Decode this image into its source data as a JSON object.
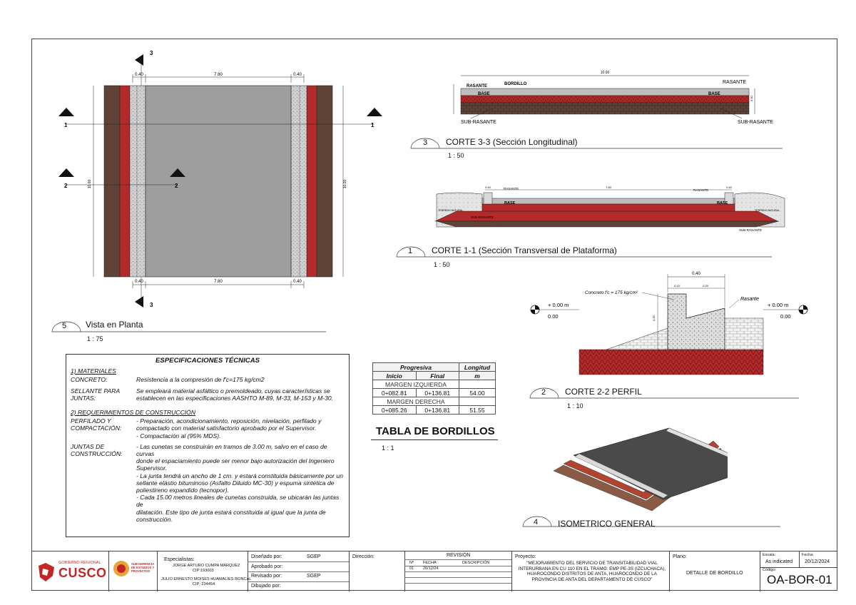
{
  "views": {
    "plan": {
      "number": "5",
      "title": "Vista en Planta",
      "scale": "1 : 75"
    },
    "long": {
      "number": "3",
      "title": "CORTE 3-3 (Sección Longitudinal)",
      "scale": "1 : 50"
    },
    "trans": {
      "number": "1",
      "title": "CORTE 1-1 (Sección Transversal de Plataforma)",
      "scale": "1 : 50"
    },
    "profile": {
      "number": "2",
      "title": "CORTE 2-2 PERFIL",
      "scale": "1 : 10"
    },
    "iso": {
      "number": "4",
      "title": "ISOMETRICO GENERAL"
    }
  },
  "plan_dims": {
    "side": "0.40",
    "center": "7.80",
    "height": "10.00"
  },
  "section_marks": {
    "m3": "3",
    "m1": "1",
    "m2": "2"
  },
  "long_labels": {
    "dim": "10.00",
    "bordillo": "BORDILLO",
    "rasante_l": "RASANTE",
    "rasante_r": "RASANTE",
    "base_l": "BASE",
    "base_r": "BASE",
    "sub_l": "SUB-RASANTE",
    "sub_r": "SUB-RASANTE",
    "h": "0.40"
  },
  "trans_labels": {
    "side_l": "0.40",
    "center": "7.80",
    "side_r": "0.40",
    "rasante_l": "RASANTE",
    "rasante_r": "RASANTE",
    "base_l": "BASE",
    "base_r": "BASE",
    "terreno_l": "TERRENO NATURAL",
    "terreno_r": "TERRENO NATURAL",
    "sub_l": "SUB-RASANTE",
    "sub_r": "SUB-RASANTE"
  },
  "profile_labels": {
    "width": "0.40",
    "w1": "0.15",
    "w2": "0.25",
    "h": "0.30",
    "concrete": "Concreto f'c = 175 kg/cm²",
    "rasante": "Rasante",
    "level_l": "+ 0.00 m",
    "level_l2": "0.00",
    "level_r": "+ 0.00 m",
    "level_r2": "0.00"
  },
  "specs": {
    "title": "ESPECIFICACIONES TÉCNICAS",
    "sec1": "1) MATERIALES",
    "concreto_k": "CONCRETO:",
    "concreto_v": "Resistencia a la compresión de f'c=175 kg/cm2",
    "sellante_k": "SELLANTE PARA\nJUNTAS:",
    "sellante_v": "Se empleará material asfáltico o premoldeado, cuyas características se\nestablecen en las especificaciones AASHTO M-89, M-33, M-153 y M-30.",
    "sec2": "2) REQUERIMIENTOS DE CONSTRUCCIÓN",
    "perfilado_k": "PERFILADO Y\nCOMPACTACIÓN:",
    "perfilado_v": "- Preparación, acondicionamiento, reposición, nivelación, perfilado y\ncompactado con material satisfactorio aprobado por el Supervisor.\n- Compactación al (95% MDS).",
    "juntas_k": "JUNTAS DE\nCONSTRUCCIÓN:",
    "juntas_v": "- Las cunetas se construirán en tramos de 3.00 m, salvo en el caso de curvas\ndonde el espaciamiento puede ser menor bajo autorización del Ingeniero\nSupervisor.\n- La junta tendrá un ancho de 1 cm. y estará constituida básicamente por un\nsellante elástio bituminoso (Asfalto Diluido MC-30) y espuma sintética de\npoliestireno expandido (tecnopor).\n- Cada 15.00 metros lineales de cunetas construida, se ubicarán las juntas de\ndilatación. Este tipo de junta estará constituida al igual que la junta de\nconstrucción."
  },
  "curb_table": {
    "title": "TABLA DE BORDILLOS",
    "scale": "1 : 1",
    "h_prog": "Progresiva",
    "h_long": "Longitud",
    "h_ini": "Inicio",
    "h_fin": "Final",
    "h_m": "m",
    "groups": [
      {
        "name": "MARGEN IZQUIERDA",
        "inicio": "0+082.81",
        "final": "0+136.81",
        "longitud": "54.00"
      },
      {
        "name": "MARGEN DERECHA",
        "inicio": "0+085.26",
        "final": "0+136.81",
        "longitud": "51.55"
      }
    ]
  },
  "title_block": {
    "logo_text": "CUSCO",
    "logo_top": "GOBIERNO REGIONAL",
    "seal_text": "SUB GERENCIA DE ESTUDIOS Y PROYECTOS",
    "especialistas": "Especialistas:",
    "esp1": "JORGE ARTURO CUMPA MARQUEZ",
    "esp1_cip": "CIP:193003",
    "esp2": "JULIO ERNESTO MOISES HUAMALIES RONCAL",
    "esp2_cip": "CIP: 234454",
    "disenado": "Diseñado por:",
    "disenado_v": "SGEP",
    "aprobado": "Aprobado por:",
    "aprobado_v": "",
    "revisado": "Revisado por:",
    "revisado_v": "SGEP",
    "dibujado": "Dibujado por:",
    "dibujado_v": "",
    "direccion": "Dirección:",
    "revision": "REVISIÓN",
    "rev_n": "Nº",
    "rev_fecha": "FECHA",
    "rev_desc": "DESCRIPCIÓN",
    "rev_row_n": "01",
    "rev_row_fecha": "20/12/24",
    "proyecto": "Proyecto:",
    "proyecto_v": "\"MEJORAMIENTO DEL SERVICIO DE TRANSITABILIDAD VIAL INTERURBANA EN CU 110 EN EL TRAMO: EMP PE-3S (IZCUCHACA), HUAROCONDO DISTRITOS DE ANTA, HUAROCONDO DE LA PROVINCIA DE ANTA DEL DEPARTAMENTO DE CUSCO\"",
    "plano": "Plano:",
    "plano_v": "DETALLE DE BORDILLO",
    "escala": "Escala:",
    "escala_v": "As indicated",
    "fecha": "Fecha:",
    "fecha_v": "20/12/2024",
    "codigo": "Código:",
    "codigo_v": "OA-BOR-01"
  },
  "colors": {
    "soil": "#5e4336",
    "red": "#b32a2a",
    "concrete": "#b9b9b9",
    "asphalt": "#9e9e9e",
    "dark": "#3a3a3a"
  }
}
